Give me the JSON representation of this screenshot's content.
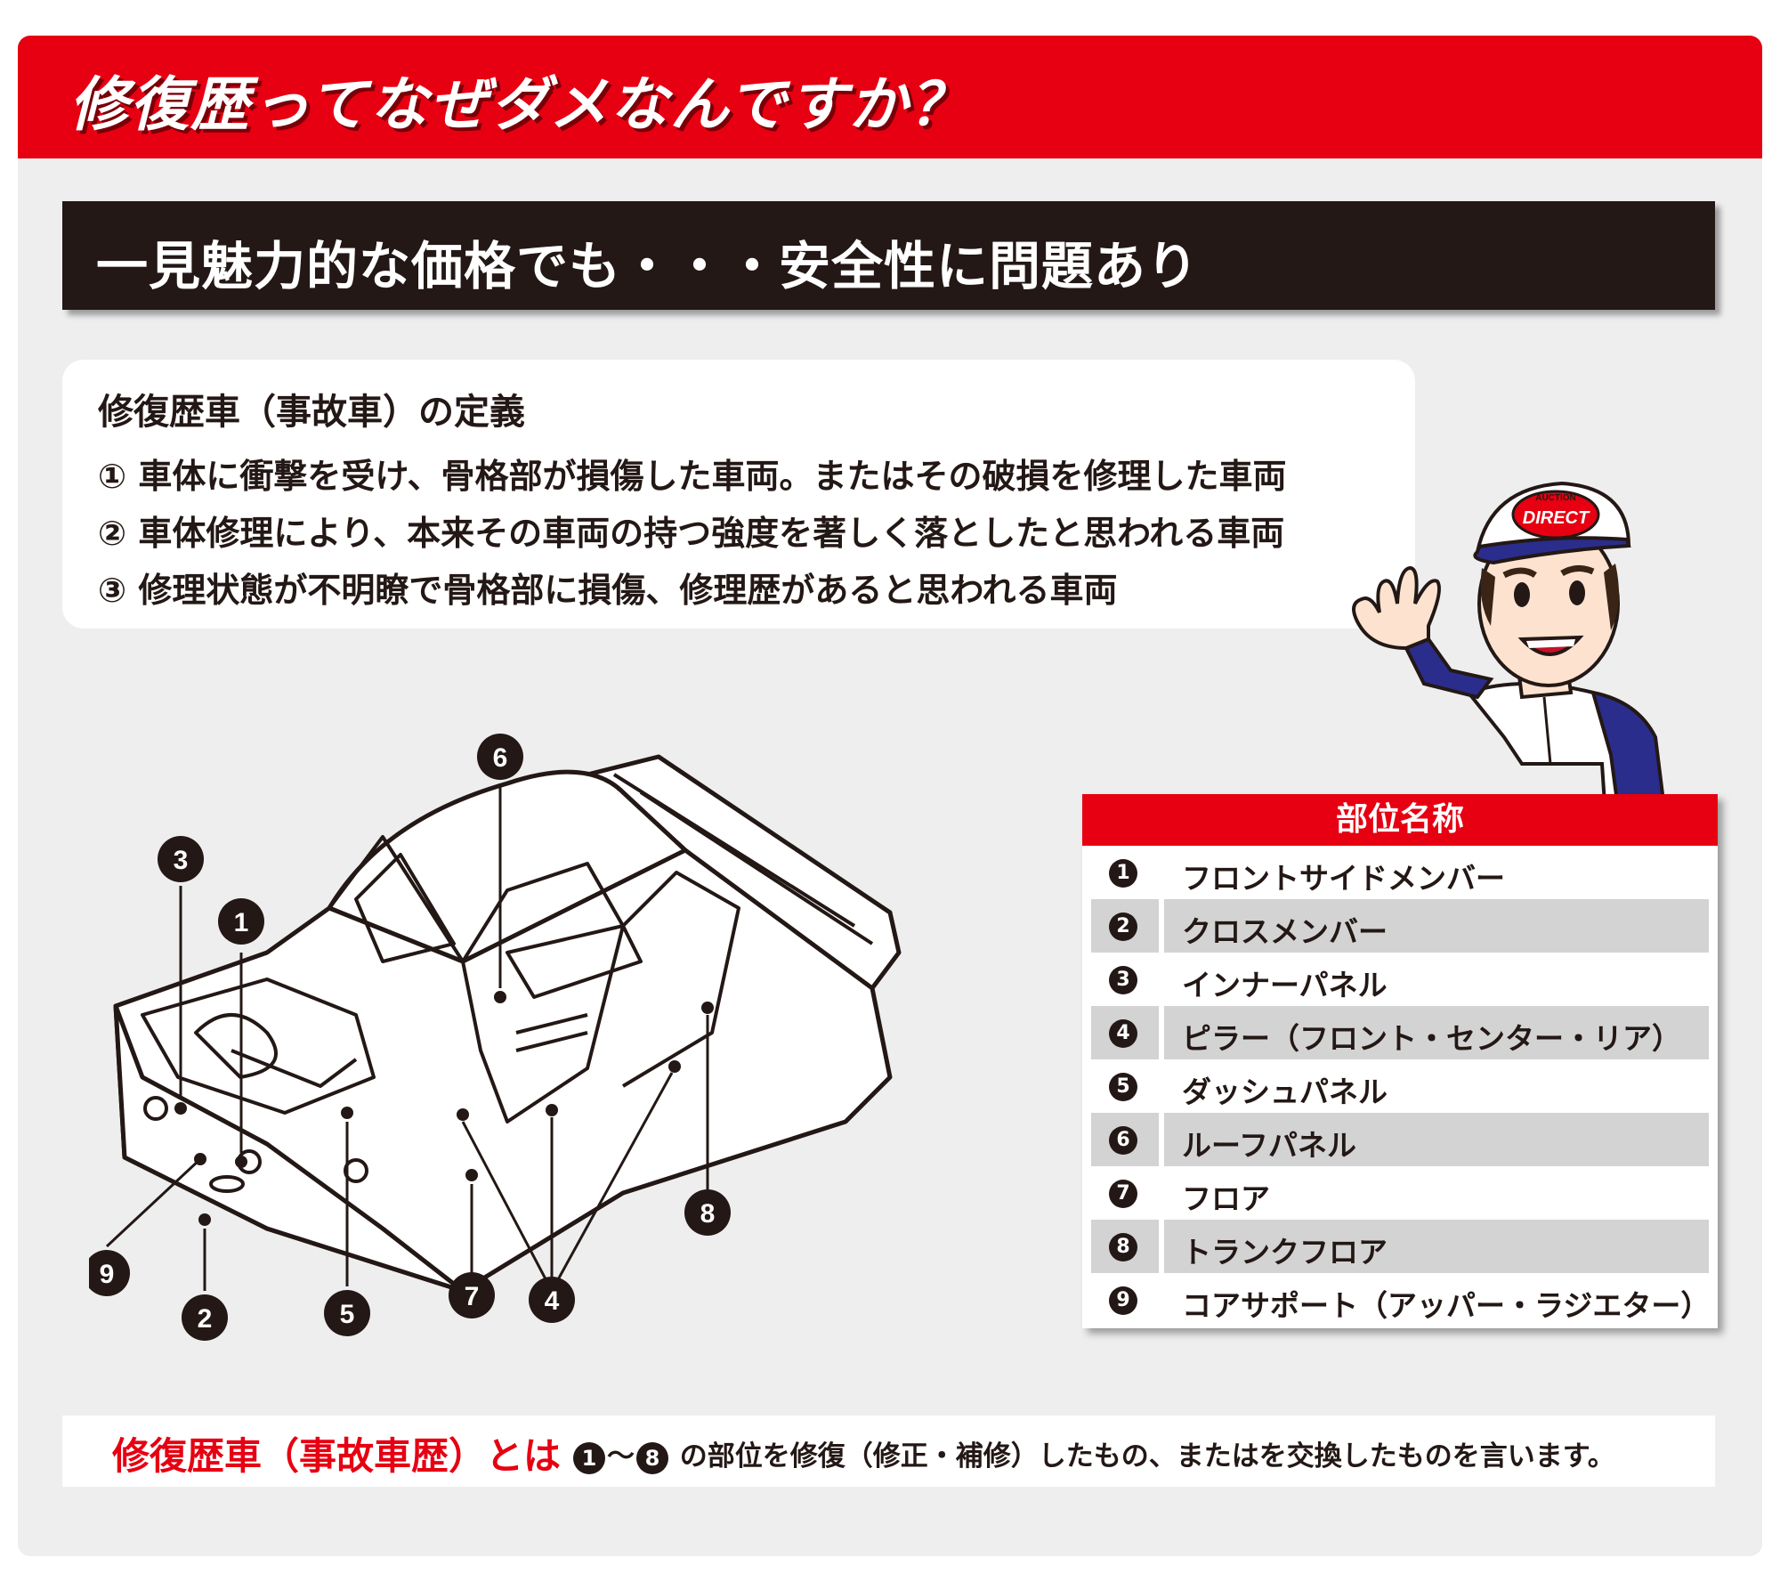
{
  "header": {
    "title": "修復歴ってなぜダメなんですか？"
  },
  "subheading": {
    "text": "一見魅力的な価格でも・・・安全性に問題あり"
  },
  "definition": {
    "title": "修復歴車（事故車）の定義",
    "items": [
      "① 車体に衝撃を受け、骨格部が損傷した車両。またはその破損を修理した車両",
      "② 車体修理により、本来その車両の持つ強度を著しく落としたと思われる車両",
      "③ 修理状態が不明瞭で骨格部に損傷、修理歴があると思われる車両"
    ]
  },
  "mascot": {
    "cap_text": "DIRECT",
    "cap_small": "AUCTION"
  },
  "diagram": {
    "markers": [
      "1",
      "2",
      "3",
      "4",
      "5",
      "6",
      "7",
      "8",
      "9"
    ]
  },
  "parts_table": {
    "title": "部位名称",
    "rows": [
      {
        "num": "1",
        "label": "フロントサイドメンバー"
      },
      {
        "num": "2",
        "label": "クロスメンバー"
      },
      {
        "num": "3",
        "label": "インナーパネル"
      },
      {
        "num": "4",
        "label": "ピラー（フロント・センター・リア）"
      },
      {
        "num": "5",
        "label": "ダッシュパネル"
      },
      {
        "num": "6",
        "label": "ルーフパネル"
      },
      {
        "num": "7",
        "label": "フロア"
      },
      {
        "num": "8",
        "label": "トランクフロア"
      },
      {
        "num": "9",
        "label": "コアサポート（アッパー・ラジエター）"
      }
    ]
  },
  "bottom": {
    "label": "修復歴車（事故車歴）とは",
    "from": "1",
    "tilde": "～",
    "to": "8",
    "text": "の部位を修復（修正・補修）したもの、またはを交換したものを言います。"
  },
  "colors": {
    "accent": "#e60012",
    "dark": "#231815",
    "panel": "#eeeeee",
    "row_alt": "#d3d3d3"
  }
}
